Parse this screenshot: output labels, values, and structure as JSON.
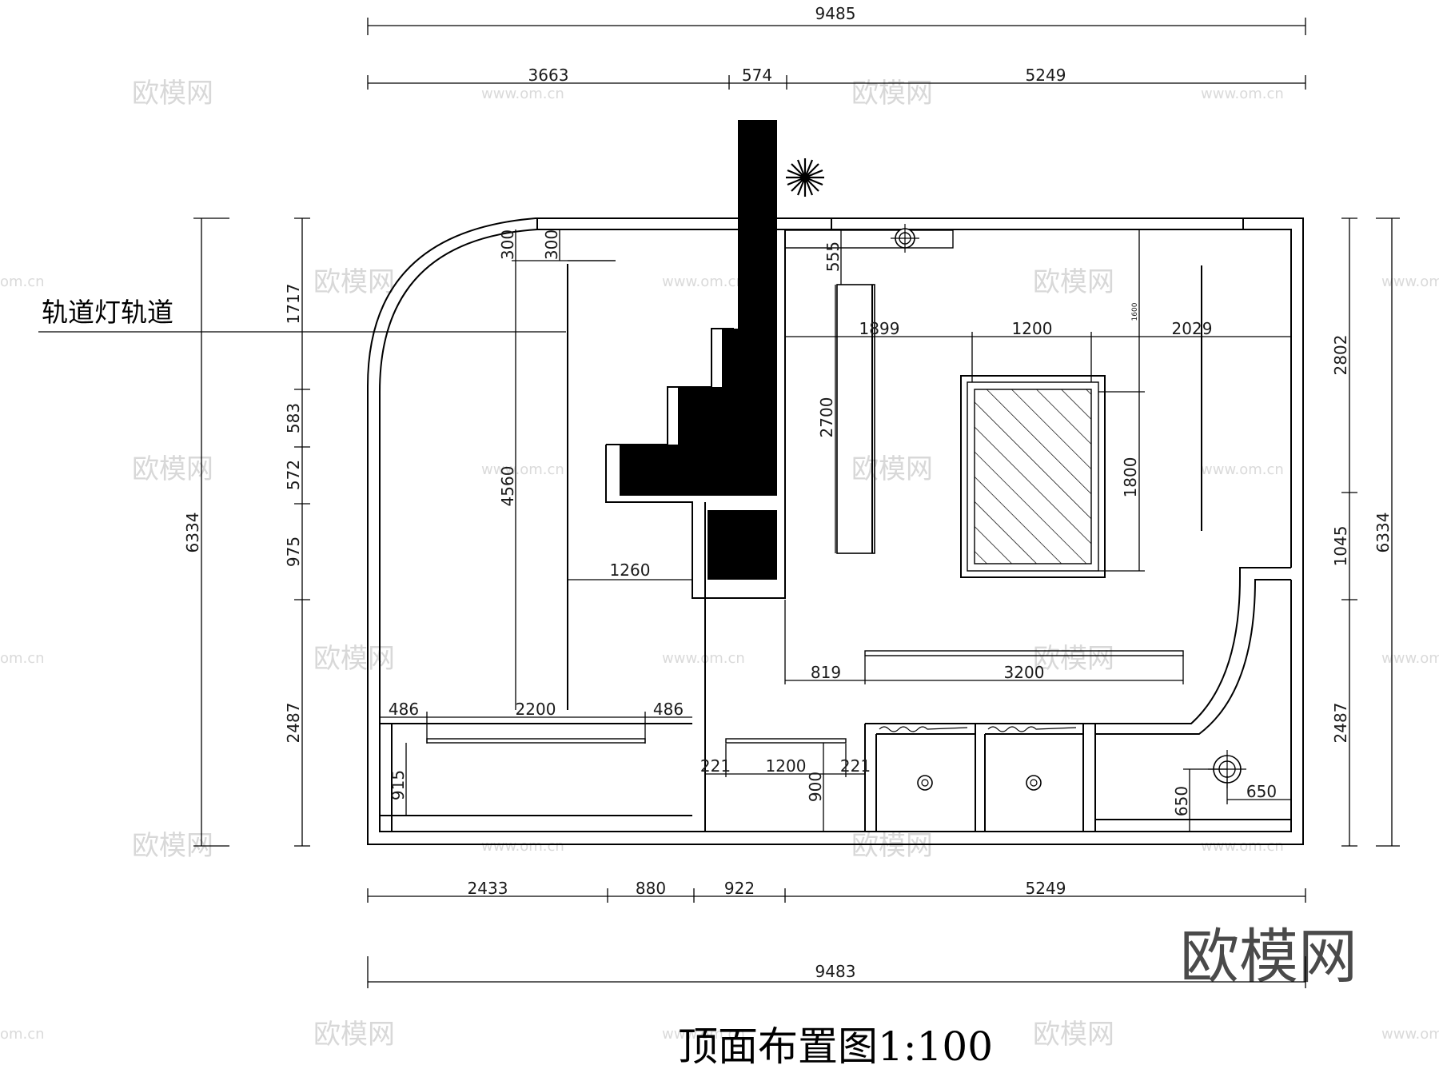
{
  "watermark": {
    "brand": "欧模网",
    "url": "www.om.cn",
    "url_short": "om.cn",
    "corner_brand": "欧模网"
  },
  "callout": {
    "track_label": "轨道灯轨道"
  },
  "title": "顶面布置图1:100",
  "dims": {
    "top_total": "9485",
    "top_seg_1": "3663",
    "top_seg_2": "574",
    "top_seg_3": "5249",
    "bottom_seg_1": "2433",
    "bottom_seg_2": "880",
    "bottom_seg_3": "922",
    "bottom_seg_4": "5249",
    "bottom_total": "9483",
    "left_total": "6334",
    "left_seg_1": "1717",
    "left_seg_2": "583",
    "left_seg_3": "572",
    "left_seg_4": "975",
    "left_seg_5": "2487",
    "right_total": "6334",
    "right_seg_1": "2802",
    "right_seg_2": "1045",
    "right_seg_3": "2487",
    "inner_300_a": "300",
    "inner_300_b": "300",
    "inner_555": "555",
    "inner_1600": "1600",
    "inner_1899": "1899",
    "inner_1200_top": "1200",
    "inner_2029": "2029",
    "inner_2700": "2700",
    "inner_1800": "1800",
    "inner_4560": "4560",
    "inner_1260": "1260",
    "inner_819": "819",
    "inner_3200": "3200",
    "inner_486_a": "486",
    "inner_2200": "2200",
    "inner_486_b": "486",
    "inner_221_a": "221",
    "inner_1200_bottom": "1200",
    "inner_221_b": "221",
    "inner_915": "915",
    "inner_900": "900",
    "inner_650_v": "650",
    "inner_650_h": "650"
  }
}
